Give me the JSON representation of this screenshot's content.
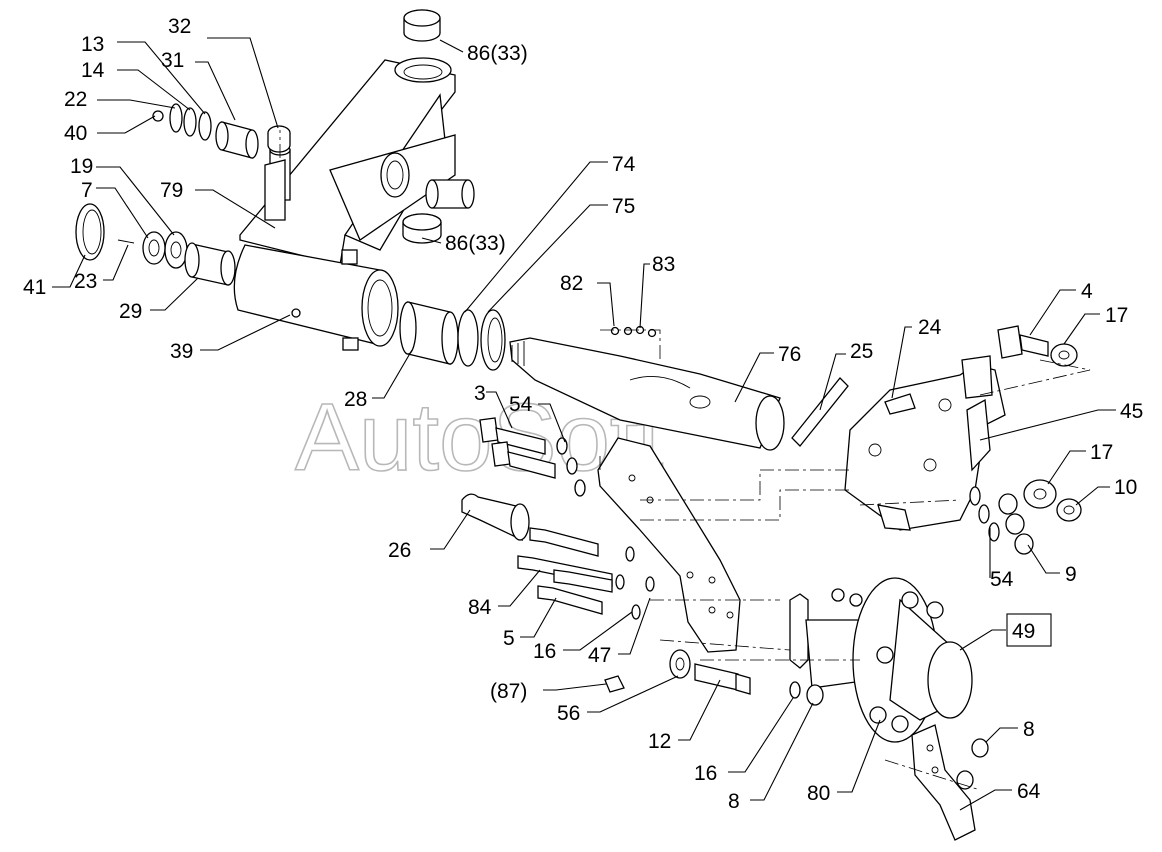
{
  "watermark": "AutoSoft",
  "callouts": {
    "c86a": "86(33)",
    "c32": "32",
    "c13": "13",
    "c31": "31",
    "c14": "14",
    "c22": "22",
    "c40": "40",
    "c19": "19",
    "c7": "7",
    "c79": "79",
    "c74": "74",
    "c75": "75",
    "c86b": "86(33)",
    "c41": "41",
    "c23": "23",
    "c29": "29",
    "c82": "82",
    "c83": "83",
    "c4": "4",
    "c17a": "17",
    "c24": "24",
    "c25": "25",
    "c76": "76",
    "c39": "39",
    "c28": "28",
    "c3": "3",
    "c54a": "54",
    "c45": "45",
    "c17b": "17",
    "c10": "10",
    "c26": "26",
    "c54b": "54",
    "c9": "9",
    "c84": "84",
    "c5": "5",
    "c49": "49",
    "c16a": "16",
    "c47": "47",
    "c87": "(87)",
    "c56": "56",
    "c12": "12",
    "c8a": "8",
    "c16b": "16",
    "c80": "80",
    "c64": "64",
    "c8b": "8"
  }
}
